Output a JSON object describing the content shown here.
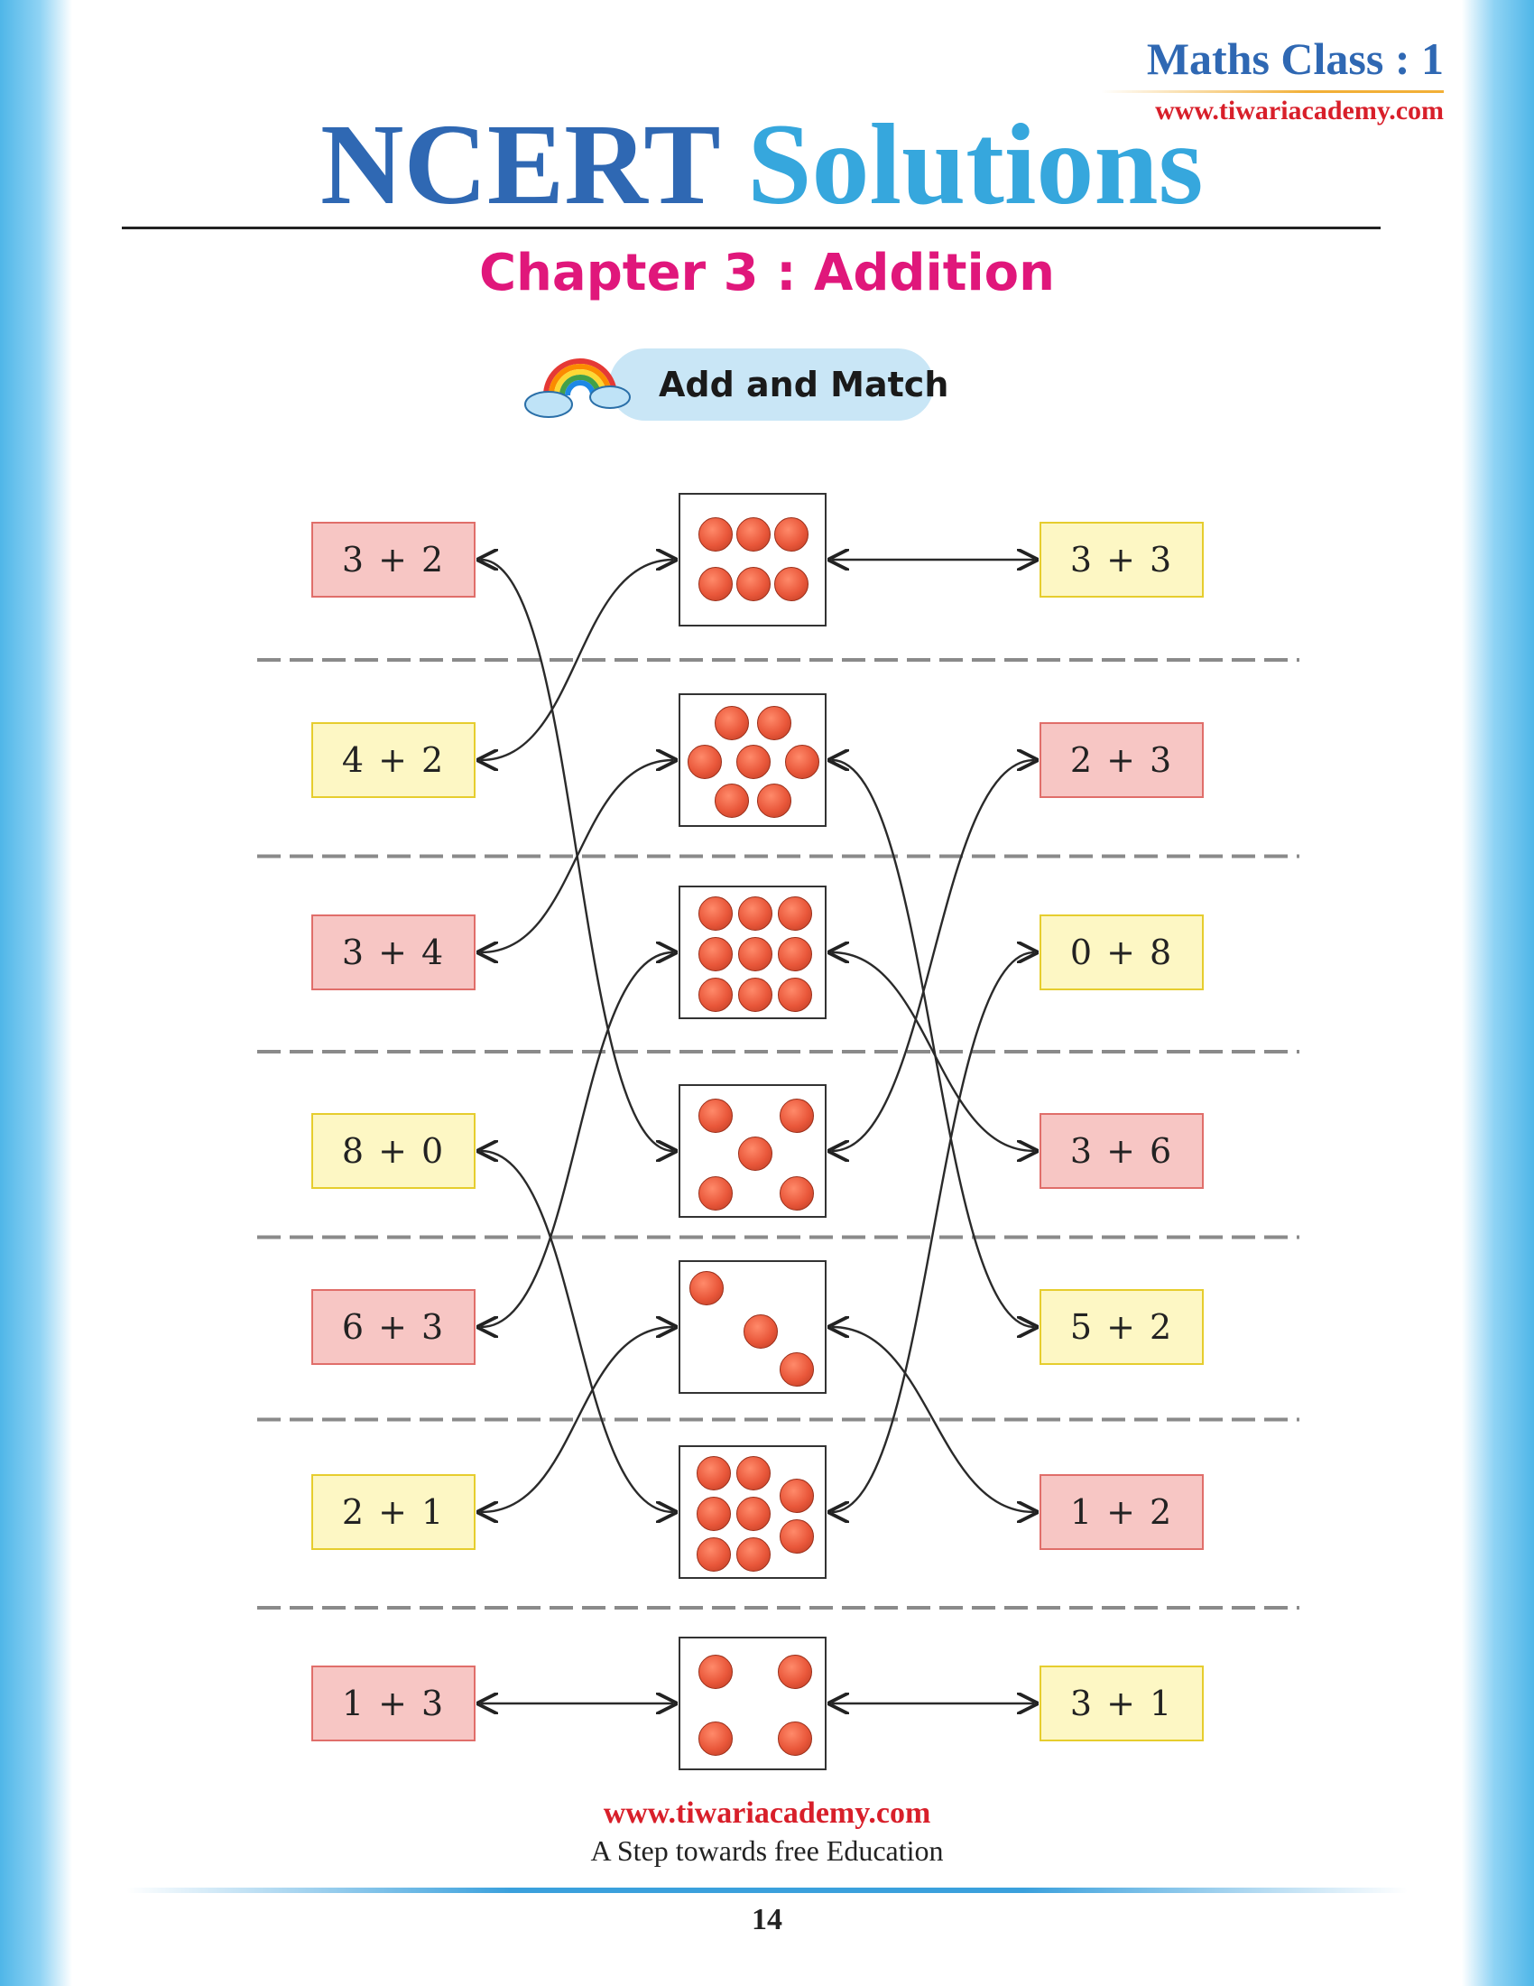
{
  "header": {
    "class_label": "Maths Class : 1",
    "url": "www.tiwariacademy.com",
    "title_part1": "NCERT",
    "title_part2": "Solutions"
  },
  "chapter_title": "Chapter 3 : Addition",
  "section_banner": "Add and Match",
  "exercise": {
    "rows": [
      {
        "left": "3 + 2",
        "left_color": "red",
        "dots": 6,
        "right": "3 + 3",
        "right_color": "yellow"
      },
      {
        "left": "4 + 2",
        "left_color": "yellow",
        "dots": 7,
        "right": "2 + 3",
        "right_color": "red"
      },
      {
        "left": "3 + 4",
        "left_color": "red",
        "dots": 9,
        "right": "0 + 8",
        "right_color": "yellow"
      },
      {
        "left": "8 + 0",
        "left_color": "yellow",
        "dots": 5,
        "right": "3 + 6",
        "right_color": "red"
      },
      {
        "left": "6 + 3",
        "left_color": "red",
        "dots": 3,
        "right": "5 + 2",
        "right_color": "yellow"
      },
      {
        "left": "2 + 1",
        "left_color": "yellow",
        "dots": 8,
        "right": "1 + 2",
        "right_color": "red"
      },
      {
        "left": "1 + 3",
        "left_color": "red",
        "dots": 4,
        "right": "3 + 1",
        "right_color": "yellow"
      }
    ],
    "matches": [
      {
        "from": "3 + 2",
        "to_dots": 5
      },
      {
        "from": "4 + 2",
        "to_dots": 6
      },
      {
        "from": "3 + 4",
        "to_dots": 7
      },
      {
        "from": "8 + 0",
        "to_dots": 8
      },
      {
        "from": "6 + 3",
        "to_dots": 9
      },
      {
        "from": "2 + 1",
        "to_dots": 3
      },
      {
        "from": "1 + 3",
        "to_dots": 4
      },
      {
        "from": "3 + 3",
        "to_dots": 6
      },
      {
        "from": "2 + 3",
        "to_dots": 5
      },
      {
        "from": "0 + 8",
        "to_dots": 8
      },
      {
        "from": "3 + 6",
        "to_dots": 9
      },
      {
        "from": "5 + 2",
        "to_dots": 7
      },
      {
        "from": "1 + 2",
        "to_dots": 3
      },
      {
        "from": "3 + 1",
        "to_dots": 4
      }
    ],
    "colors": {
      "red_fill": "#f7c6c4",
      "yellow_fill": "#fdf7c4",
      "dot": "#e9573a"
    }
  },
  "footer": {
    "url": "www.tiwariacademy.com",
    "tagline": "A Step towards free Education",
    "page_number": "14"
  }
}
